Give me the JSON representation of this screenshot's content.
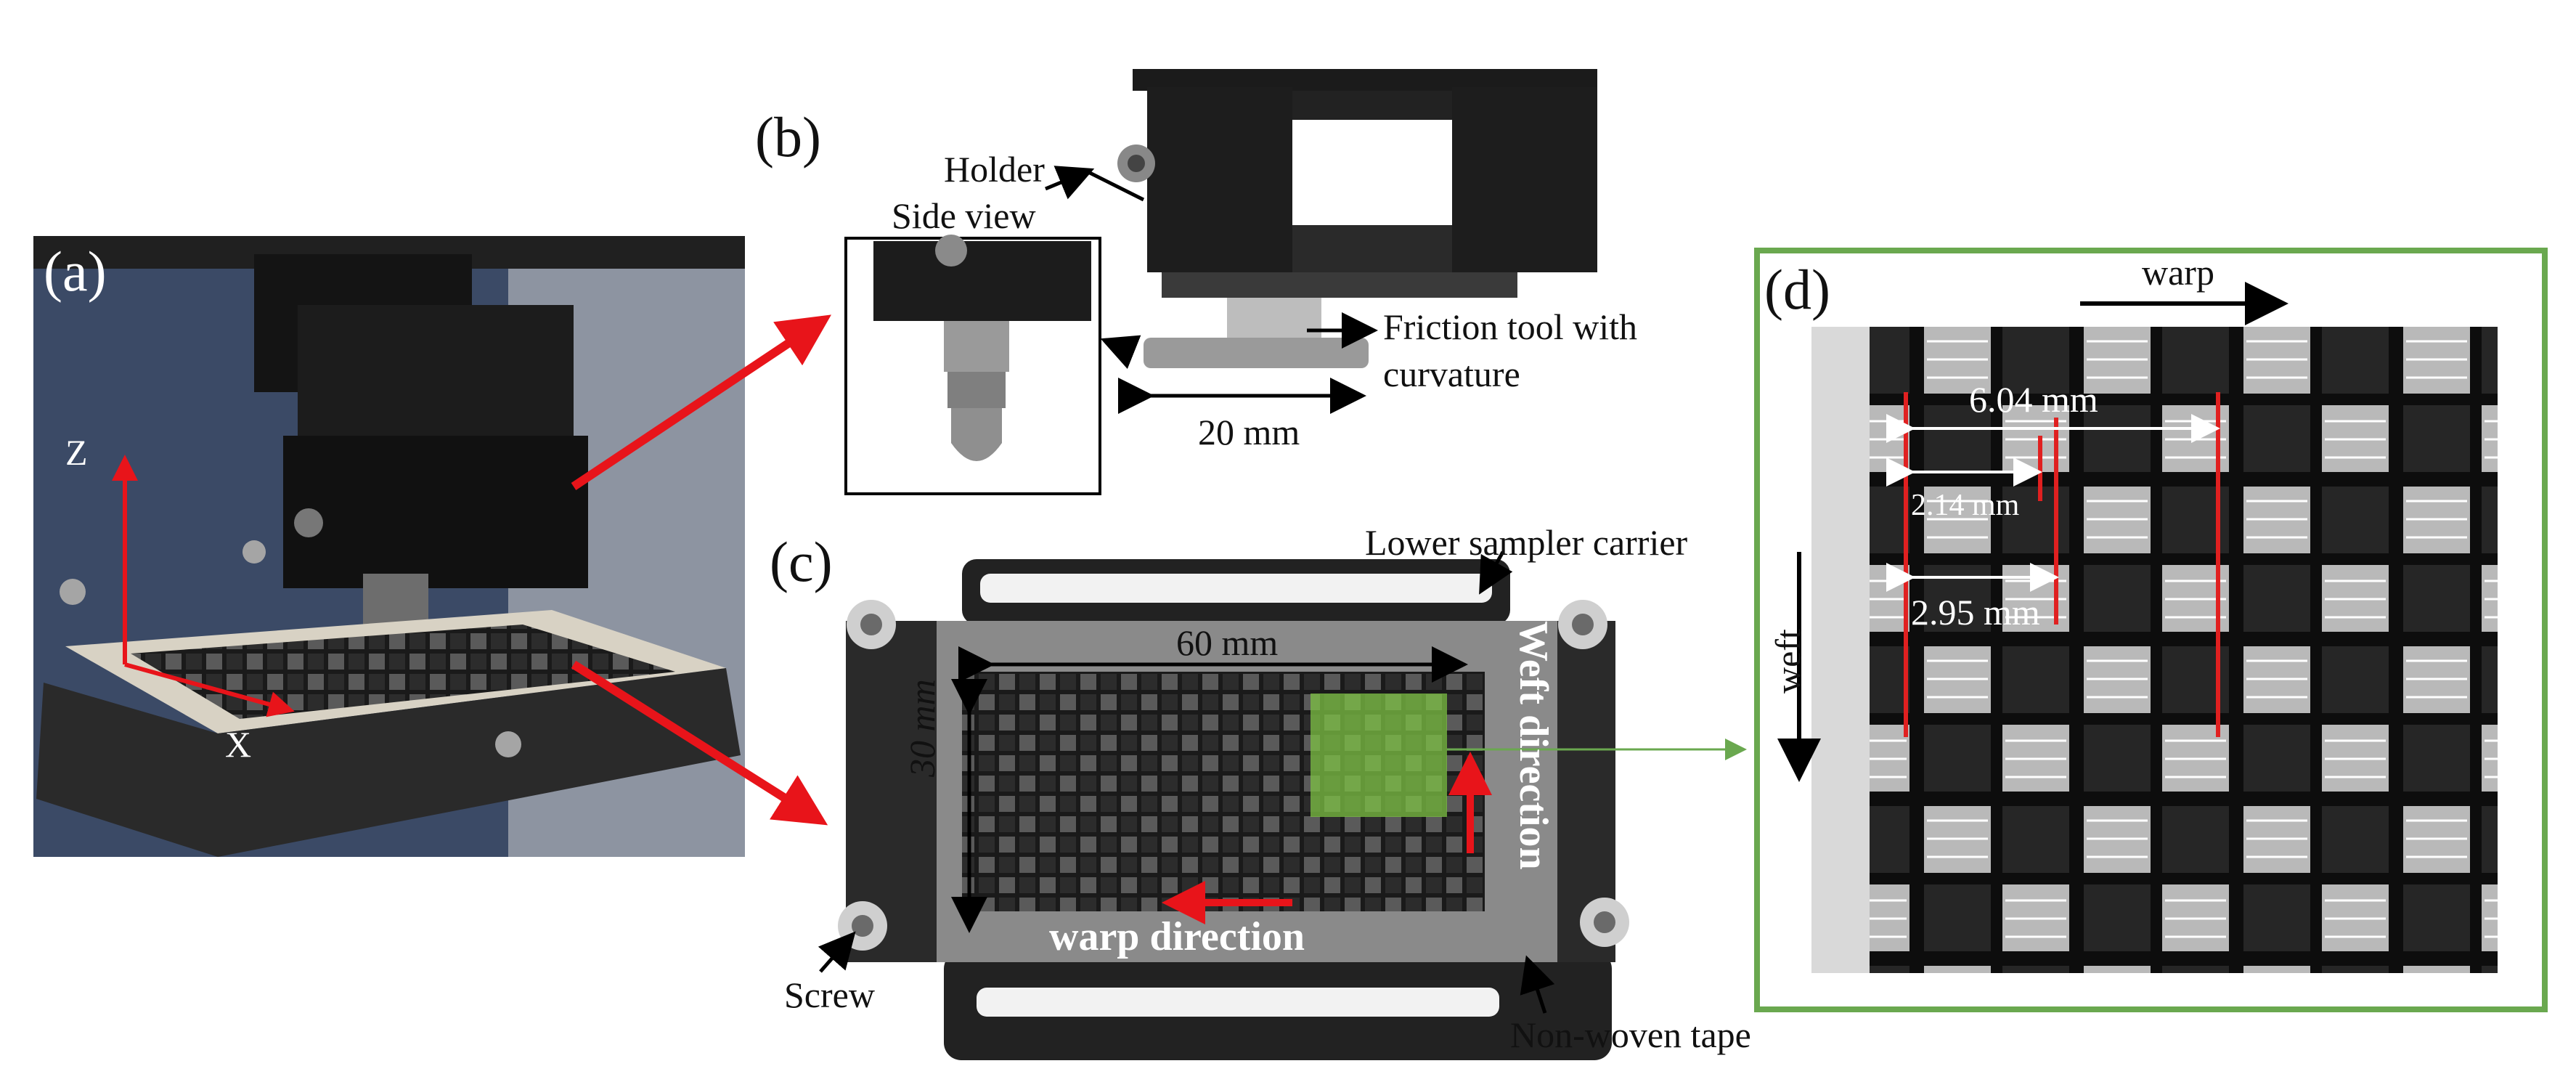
{
  "panels": {
    "a": {
      "letter": "(a)",
      "axis_z": "Z",
      "axis_x": "X"
    },
    "b": {
      "letter": "(b)",
      "holder": "Holder",
      "side_view": "Side view",
      "friction_tool_line1": "Friction tool with",
      "friction_tool_line2": "curvature",
      "width": "20 mm"
    },
    "c": {
      "letter": "(c)",
      "lower_carrier": "Lower sampler carrier",
      "width": "60 mm",
      "height": "30 mm",
      "weft_direction": "Weft direction",
      "warp_direction": "warp direction",
      "screw": "Screw",
      "tape": "Non-woven tape"
    },
    "d": {
      "letter": "(d)",
      "warp": "warp",
      "weft": "weft",
      "dim1": "6.04 mm",
      "dim2": "2.14 mm",
      "dim3": "2.95 mm"
    }
  },
  "colors": {
    "arrow": "#e8141a",
    "highlight": "#7dc144",
    "frame": "#6aa84f",
    "measure": "#e02020"
  }
}
